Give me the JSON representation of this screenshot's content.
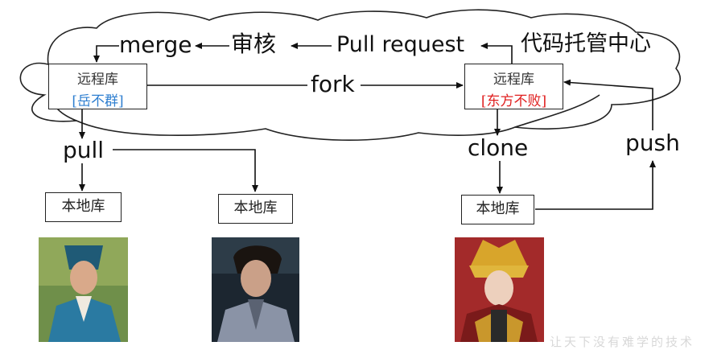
{
  "flow": {
    "merge": "merge",
    "review": "审核",
    "pull_request": "Pull request",
    "hosting_center": "代码托管中心",
    "fork": "fork",
    "pull": "pull",
    "clone": "clone",
    "push": "push"
  },
  "remote_left": {
    "title": "远程库",
    "owner": "[岳不群]",
    "owner_color": "#2f7fd0"
  },
  "remote_right": {
    "title": "远程库",
    "owner": "[东方不败]",
    "owner_color": "#e02020"
  },
  "local_repos": [
    "本地库",
    "本地库",
    "本地库"
  ],
  "watermark": "让天下没有难学的技术",
  "colors": {
    "line": "#111111",
    "cloud_stroke": "#222222"
  }
}
